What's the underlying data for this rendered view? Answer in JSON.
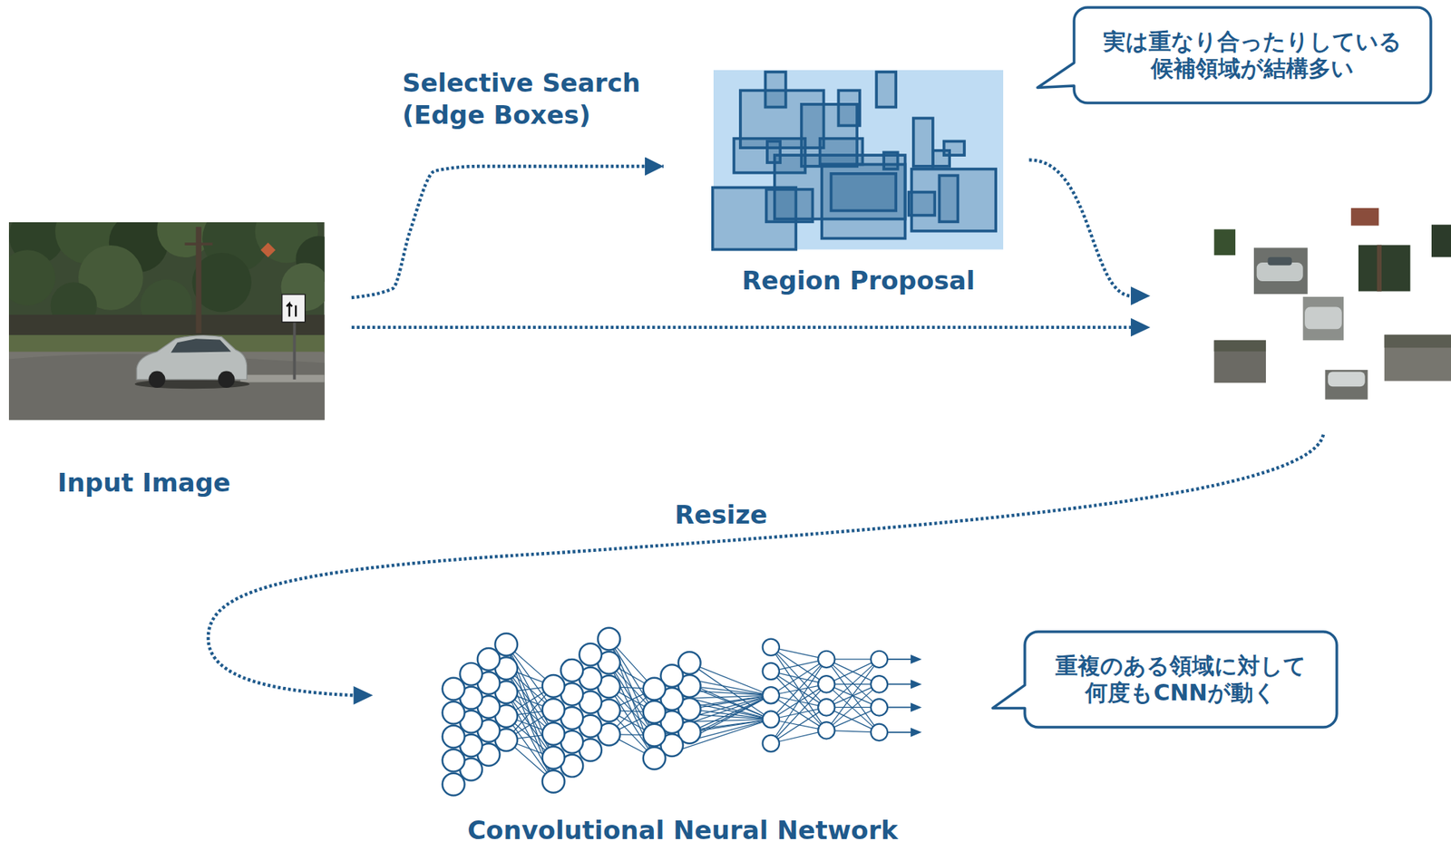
{
  "diagram": {
    "nodes": [
      {
        "text": [
          "Input Image"
        ]
      },
      {
        "text": [
          "Region Proposal"
        ]
      },
      {
        "text": [
          "実は重なり合ったりしている 候補領域が結構多い"
        ]
      },
      {
        "text": [
          "Convolutional Neural Network"
        ]
      },
      {
        "text": [
          "重複のある領域に対して 何度もCNNが動く"
        ]
      }
    ],
    "edges": [
      {
        "from": 0,
        "to": 1,
        "arrow": "to",
        "label": "Selective Search (Edge Boxes)"
      }
    ],
    "labels": [
      "Resize"
    ]
  }
}
